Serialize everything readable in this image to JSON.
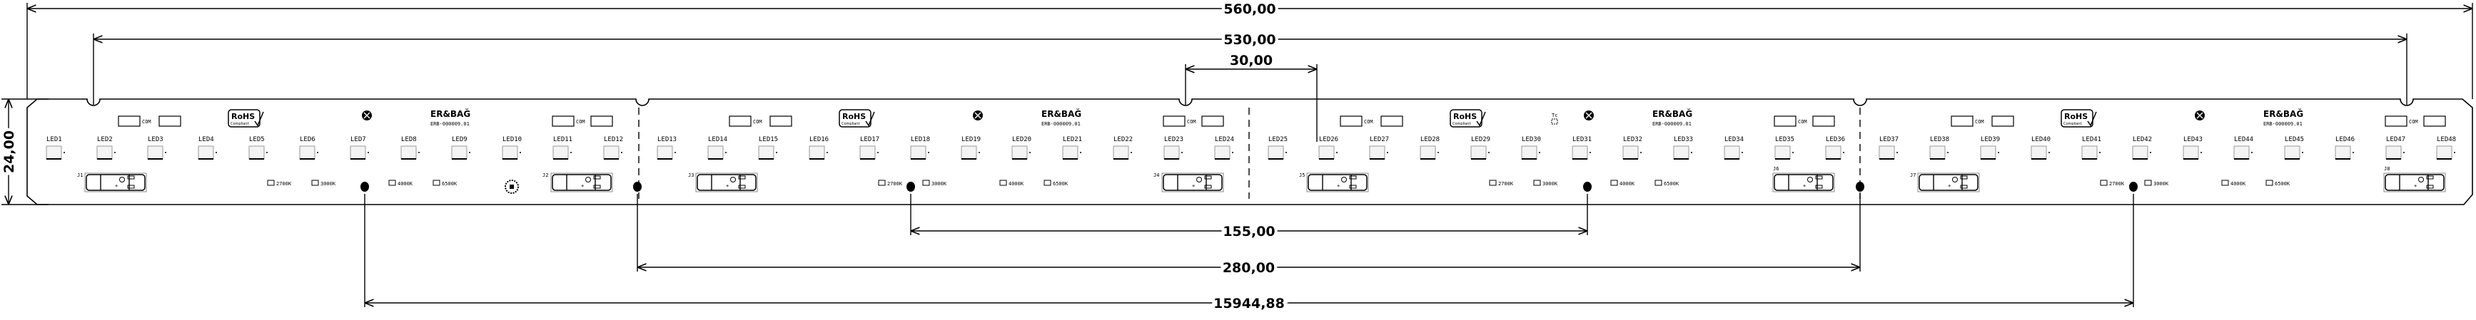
{
  "dimensions": {
    "overall_length": "560,00",
    "notch_span": "530,00",
    "notch_pitch": "30,00",
    "board_width": "24,00",
    "hole_span_155": "155,00",
    "hole_span_280": "280,00",
    "hole_span_outer": "15944,88"
  },
  "board": {
    "com_label": "COM",
    "rohs_title": "RoHS",
    "rohs_sub": "Compliant",
    "logo": "ER&BAĞ",
    "part_number": "ERB-000009.01",
    "tc_label": "Tc",
    "color_temps": [
      "2700K",
      "3000K",
      "4000K",
      "6500K"
    ],
    "connectors": [
      "J1",
      "J2",
      "J3",
      "J4",
      "J5",
      "J6",
      "J7",
      "J8"
    ],
    "leds": [
      "LED1",
      "LED2",
      "LED3",
      "LED4",
      "LED5",
      "LED6",
      "LED7",
      "LED8",
      "LED9",
      "LED10",
      "LED11",
      "LED12",
      "LED13",
      "LED14",
      "LED15",
      "LED16",
      "LED17",
      "LED18",
      "LED19",
      "LED20",
      "LED21",
      "LED22",
      "LED23",
      "LED24",
      "LED25",
      "LED26",
      "LED27",
      "LED28",
      "LED29",
      "LED30",
      "LED31",
      "LED32",
      "LED33",
      "LED34",
      "LED35",
      "LED36",
      "LED37",
      "LED38",
      "LED39",
      "LED40",
      "LED41",
      "LED42",
      "LED43",
      "LED44",
      "LED45",
      "LED46",
      "LED47",
      "LED48"
    ]
  },
  "colors": {
    "line": "#000000",
    "led_fill": "#f4f4f4"
  }
}
